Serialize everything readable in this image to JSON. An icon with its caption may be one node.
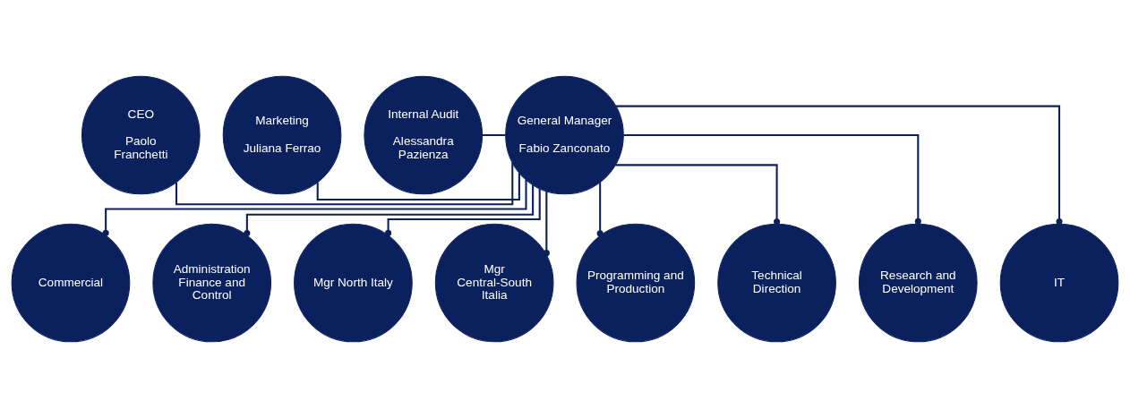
{
  "diagram": {
    "nodes": [
      {
        "text": [
          "CEO",
          "Paolo Franchetti"
        ]
      },
      {
        "text": [
          "Internal Audit",
          "Alessandra Pazienza"
        ]
      },
      {
        "text": [
          "General Manager",
          "Fabio Zanconato"
        ]
      },
      {
        "text": [
          "Marketing",
          "Juliana Ferrao"
        ]
      },
      {
        "text": [
          "Commercial"
        ]
      },
      {
        "text": [
          "Administration Finance and Control"
        ]
      },
      {
        "text": [
          "Mgr North Italy"
        ]
      },
      {
        "text": [
          "Mgr Central-South Italia"
        ]
      },
      {
        "text": [
          "Programming and Production"
        ]
      },
      {
        "text": [
          "Technical Direction"
        ]
      },
      {
        "text": [
          "Research and Development"
        ]
      },
      {
        "text": [
          "IT"
        ]
      }
    ],
    "edges": [
      {
        "from": 0,
        "to": 2,
        "arrow": "none"
      },
      {
        "from": 1,
        "to": 2,
        "arrow": "none"
      },
      {
        "from": 2,
        "to": 3,
        "arrow": "none"
      },
      {
        "from": 2,
        "to": 4,
        "arrow": "other"
      },
      {
        "from": 2,
        "to": 5,
        "arrow": "other"
      },
      {
        "from": 2,
        "to": 6,
        "arrow": "other"
      },
      {
        "from": 2,
        "to": 7,
        "arrow": "other"
      },
      {
        "from": 2,
        "to": 8,
        "arrow": "other"
      },
      {
        "from": 2,
        "to": 9,
        "arrow": "other"
      },
      {
        "from": 2,
        "to": 10,
        "arrow": "other"
      },
      {
        "from": 2,
        "to": 11,
        "arrow": "other"
      }
    ]
  }
}
